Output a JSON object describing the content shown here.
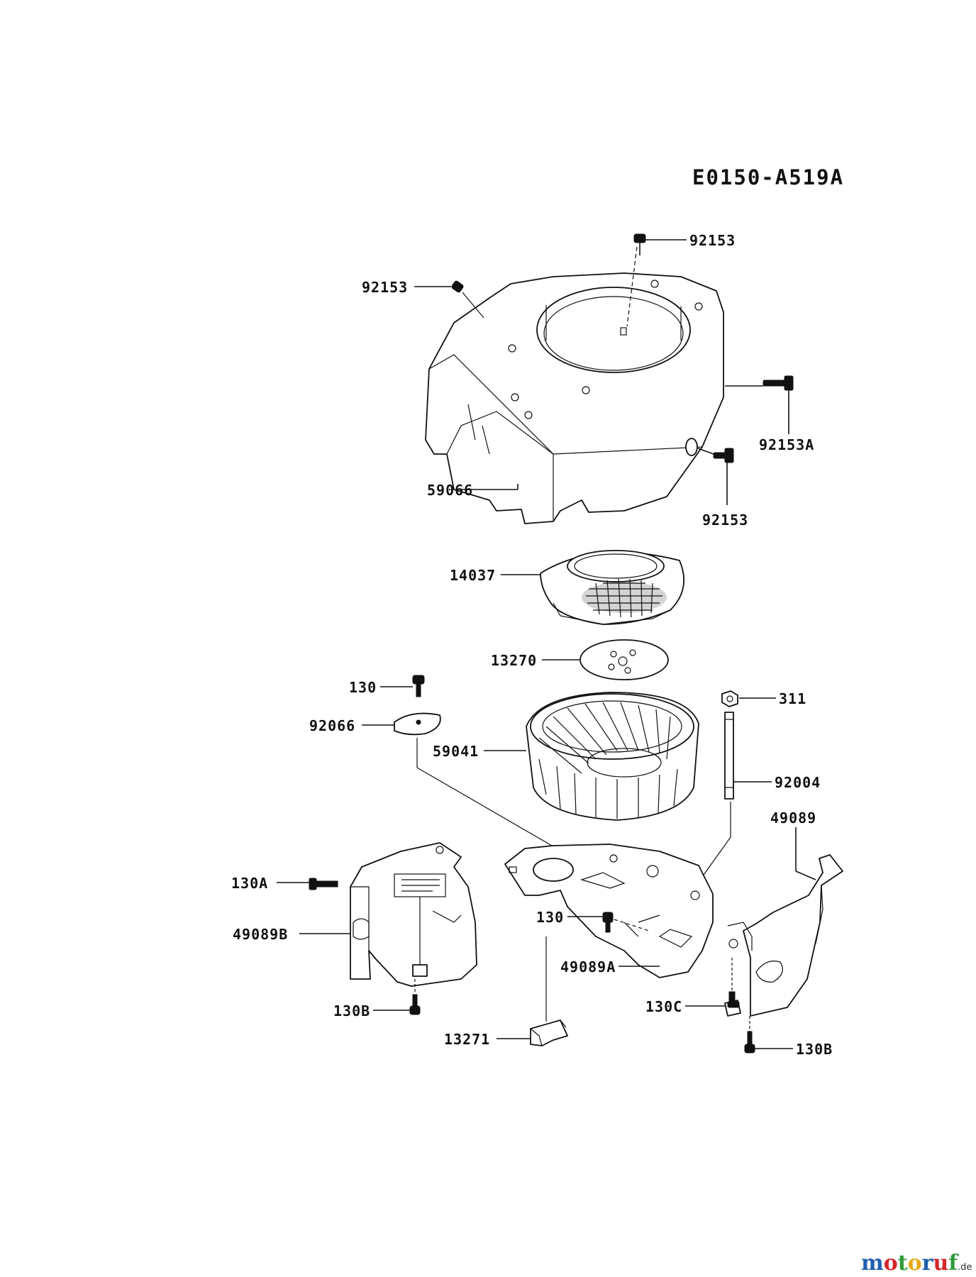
{
  "diagram_code": "E0150-A519A",
  "parts": {
    "bolt_top": "92153",
    "bolt_left": "92153",
    "bolt_side_a": "92153A",
    "bolt_side": "92153",
    "housing": "59066",
    "screen": "14037",
    "plate": "13270",
    "bolt_130": "130",
    "washer": "92066",
    "fan": "59041",
    "nut": "311",
    "stud": "92004",
    "cover_right": "49089",
    "bolt_130a": "130A",
    "cover_left": "49089B",
    "bolt_130_mid": "130",
    "baffle": "49089A",
    "bolt_130b_left": "130B",
    "bolt_130c": "130C",
    "clip": "13271",
    "bolt_130b_right": "130B"
  },
  "watermark": {
    "letters": [
      "m",
      "o",
      "t",
      "o",
      "r",
      "u",
      "f"
    ],
    "colors": [
      "#1f5fae",
      "#d4262b",
      "#2f9a3a",
      "#e6a816",
      "#1f5fae",
      "#d4262b",
      "#2f9a3a"
    ],
    "suffix": ".de"
  }
}
